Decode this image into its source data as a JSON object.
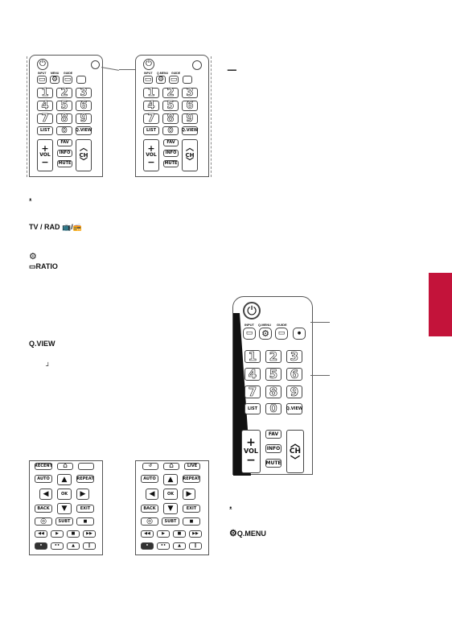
{
  "remote_small_a": {
    "keys_row1": [
      "INPUT",
      "MENU",
      "GUIDE"
    ],
    "nums": [
      "1",
      "2",
      "3",
      "4",
      "5",
      "6",
      "7",
      "8",
      "9",
      "LIST",
      "0",
      "Q.VIEW"
    ],
    "vol": "VOL",
    "ch": "CH",
    "fav": "FAV",
    "info": "INFO",
    "mute": "MUTE"
  },
  "remote_small_b": {
    "keys_row1": [
      "INPUT",
      "Q.MENU",
      "GUIDE"
    ],
    "nums": [
      "1",
      "2",
      "3",
      "4",
      "5",
      "6",
      "7",
      "8",
      "9",
      "LIST",
      "0",
      "Q.VIEW"
    ],
    "vol": "VOL",
    "ch": "CH",
    "fav": "FAV",
    "info": "INFO",
    "mute": "MUTE"
  },
  "text_items": {
    "power_symbol": "ᵜ",
    "tv_rad": "TV / RAD",
    "ratio": "RATIO",
    "q_view": "Q.VIEW",
    "small_mark": "┘",
    "dash_mark": "▁▁"
  },
  "bottom_remote_a": {
    "row1": [
      "RECENT",
      "⌂",
      ""
    ],
    "row2": [
      "AUTO",
      "▲",
      "REPEAT"
    ],
    "row3": [
      "◀",
      "OK",
      "▶"
    ],
    "row4": [
      "BACK",
      "▼",
      "EXIT"
    ],
    "row5": [
      "◎",
      "SUBT",
      ""
    ],
    "row6": [
      "◀◀",
      "▶",
      "■",
      "▶▶"
    ],
    "row7": [
      "•",
      "••",
      "▲",
      "‖"
    ]
  },
  "bottom_remote_b": {
    "row1": [
      "↺",
      "⌂",
      "LIVE"
    ],
    "row2": [
      "AUTO",
      "▲",
      "REPEAT"
    ],
    "row3": [
      "◀",
      "OK",
      "▶"
    ],
    "row4": [
      "BACK",
      "▼",
      "EXIT"
    ],
    "row5": [
      "◎",
      "SUBT",
      ""
    ],
    "row6": [
      "◀◀",
      "▶",
      "■",
      "▶▶"
    ],
    "row7": [
      "•",
      "••",
      "▲",
      "‖"
    ]
  },
  "big_remote": {
    "row1": [
      "INPUT",
      "Q.MENU",
      "GUIDE",
      ""
    ],
    "nums": [
      "1",
      "2",
      "3",
      "4",
      "5",
      "6",
      "7",
      "8",
      "9",
      "LIST",
      "0",
      "Q.VIEW"
    ],
    "vol": "VOL",
    "ch": "CH",
    "fav": "FAV",
    "info": "INFO",
    "mute": "MUTE"
  },
  "right_captions": {
    "power": "ᵜ",
    "qmenu": "Q.MENU"
  },
  "colors": {
    "accent_tab": "#c3133a"
  }
}
